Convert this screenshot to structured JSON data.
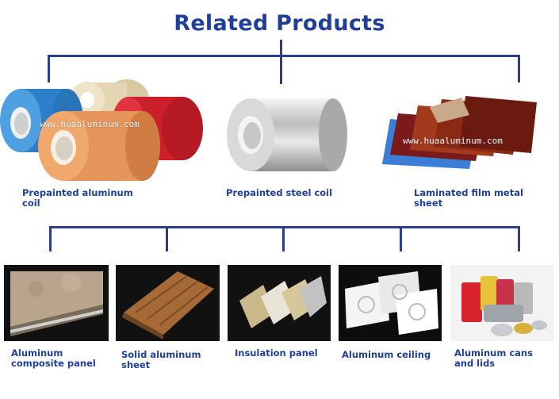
{
  "title": "Related Products",
  "watermark": "www.huaaluminum.com",
  "colors": {
    "title": "#1f3f9c",
    "connector": "#2a3f8f",
    "label": "#1f3f9c"
  },
  "top_products": [
    {
      "label_lines": [
        "Prepainted aluminum",
        "coil"
      ],
      "icon": "colored-coils-photo"
    },
    {
      "label_lines": [
        "Prepainted steel coil"
      ],
      "icon": "steel-coil-photo"
    },
    {
      "label_lines": [
        "Laminated film metal",
        "sheet"
      ],
      "icon": "laminated-sheets-photo"
    }
  ],
  "bottom_products": [
    {
      "label_lines": [
        "Aluminum",
        "composite panel"
      ],
      "icon": "composite-panel-photo"
    },
    {
      "label_lines": [
        "Solid aluminum",
        "sheet"
      ],
      "icon": "wood-grain-sheet-photo"
    },
    {
      "label_lines": [
        "Insulation panel"
      ],
      "icon": "insulation-panel-photo"
    },
    {
      "label_lines": [
        "Aluminum ceiling"
      ],
      "icon": "ceiling-tiles-photo"
    },
    {
      "label_lines": [
        "Aluminum cans",
        "and lids"
      ],
      "icon": "cans-lids-photo"
    }
  ]
}
